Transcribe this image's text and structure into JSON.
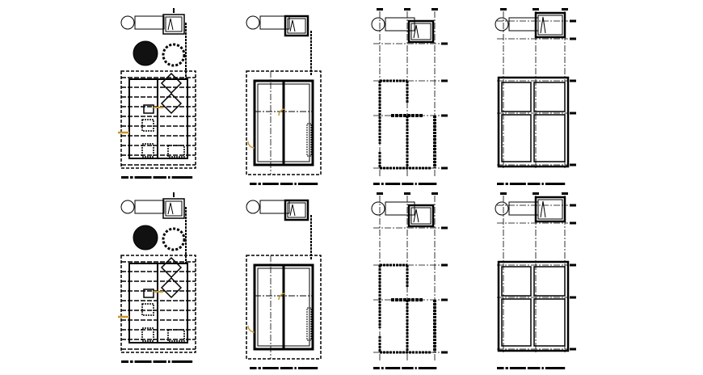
{
  "colors": {
    "background": "#ffffff",
    "line": "#000000",
    "accent": "#c8962e",
    "hatch": "#555555"
  },
  "sheets": [
    {
      "row": 1,
      "panels": [
        "architectural-plan",
        "wall-layout-plan",
        "column-grid-plan",
        "foundation-slab-plan"
      ]
    },
    {
      "row": 2,
      "panels": [
        "architectural-plan",
        "wall-layout-plan",
        "column-grid-plan",
        "foundation-slab-plan"
      ]
    }
  ]
}
